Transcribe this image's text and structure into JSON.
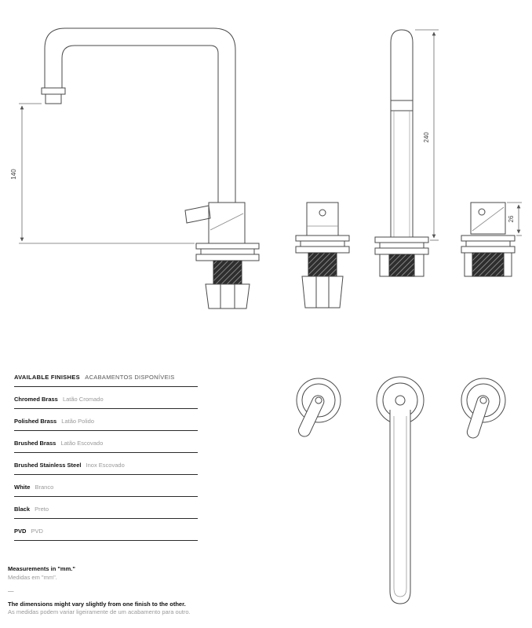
{
  "dimensions": {
    "spout_height_mm": "140",
    "total_height_mm": "240",
    "handle_height_mm": "26"
  },
  "finishes": {
    "header_en": "AVAILABLE FINISHES",
    "header_pt": "ACABAMENTOS DISPONÍVEIS",
    "items": [
      {
        "en": "Chromed Brass",
        "pt": "Latão Cromado"
      },
      {
        "en": "Polished Brass",
        "pt": "Latão Polido"
      },
      {
        "en": "Brushed Brass",
        "pt": "Latão Escovado"
      },
      {
        "en": "Brushed Stainless Steel",
        "pt": "Inox Escovado"
      },
      {
        "en": "White",
        "pt": "Branco"
      },
      {
        "en": "Black",
        "pt": "Preto"
      },
      {
        "en": "PVD",
        "pt": "PVD"
      }
    ]
  },
  "notes": {
    "measurements_en": "Measurements in \"mm.\"",
    "measurements_pt": "Medidas em \"mm\".",
    "divider": "—",
    "variation_en": "The dimensions might vary slightly from one finish to the other.",
    "variation_pt": "As medidas podem variar ligeiramente de um acabamento para outro."
  }
}
